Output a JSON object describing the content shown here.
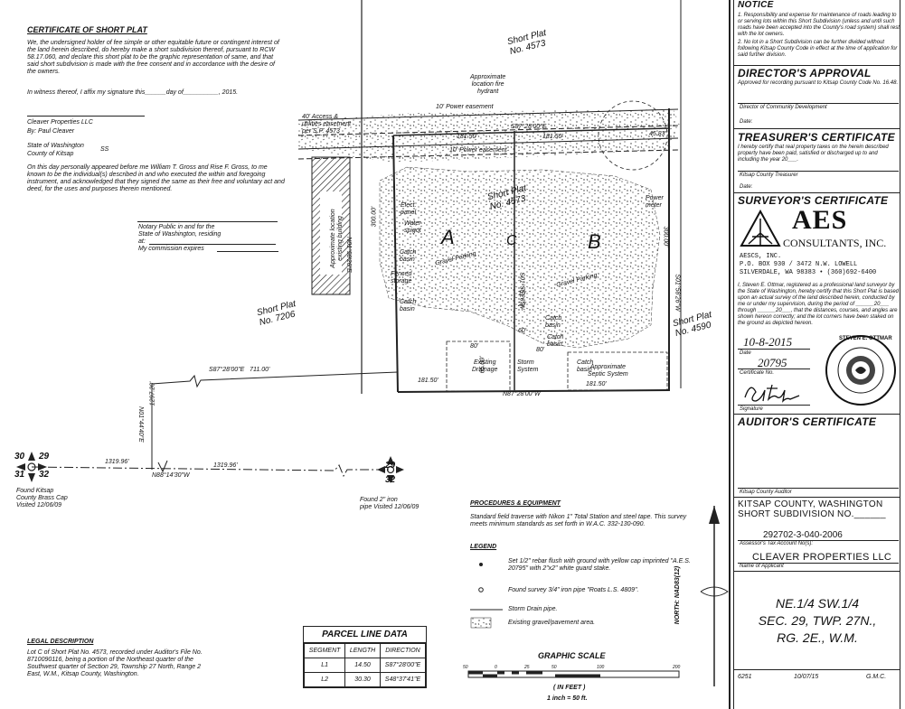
{
  "certificate": {
    "title": "CERTIFICATE OF SHORT PLAT",
    "p1": "We, the undersigned holder of fee simple or other equitable future or contingent interest of the land herein described, do hereby make a short subdivision thereof, pursuant to RCW 58.17.060, and declare this short plat to be the graphic representation of same, and that said short subdivision is made with the free consent and in accordance with the desire of the owners.",
    "witness": "In witness thereof, I affix my signature this______day of__________, 2015.",
    "owner": "Cleaver Properties LLC",
    "by": "By: Paul Cleaver",
    "state": "State of Washington",
    "county": "County of Kitsap",
    "ss": "SS",
    "p2": "On this day personally appeared before me William T. Gross and Rise F. Gross, to me known to be the individual(s) described in and who executed the within and foregoing instrument, and acknowledged that they signed the same as their free and voluntary act and deed, for the uses and purposes therein mentioned.",
    "notary1": "Notary Public in and for the",
    "notary2": "State of Washington, residing",
    "notary3": "at:",
    "notary4": "My commission expires"
  },
  "right_panel": {
    "notice_title": "NOTICE",
    "notice1": "1. Responsibility and expense for maintenance of roads leading to or serving lots within this Short Subdivision (unless and until such roads have been accepted into the County's road system) shall rest with the lot owners.",
    "notice2": "2. No lot in a Short Subdivision can be further divided without following Kitsap County Code in effect at the time of application for said further division.",
    "director_title": "DIRECTOR'S APPROVAL",
    "director_text": "Approved for recording pursuant to Kitsap County Code No. 16.48.",
    "director_sig": "Director of Community Development",
    "date_label": "Date:",
    "treasurer_title": "TREASURER'S CERTIFICATE",
    "treasurer_text": "I hereby certify that real property taxes on the herein described property have been paid, satisfied or discharged up to and including the year 20___.",
    "treasurer_sig": "Kitsap County Treasurer",
    "surveyor_title": "SURVEYOR'S CERTIFICATE",
    "aes_big": "AES",
    "aes_sub": "CONSULTANTS, INC.",
    "aes_line1": "AESCS, INC.",
    "aes_line2": "P.O. BOX 930 / 3472 N.W. LOWELL",
    "aes_line3": "SILVERDALE, WA 98383 • (360)692-6400",
    "surveyor_text": "I, Steven E. Ottmar, registered as a professional land surveyor by the State of Washington, hereby certify that this Short Plat is based upon an actual survey of the land described herein, conducted by me or under my supervision, during the period of ______20___ through ______20___, that the distances, courses, and angles are shown hereon correctly; and the lot corners have been staked on the ground as depicted hereon.",
    "sig_date": "10-8-2015",
    "date_caption": "Date",
    "cert_no": "20795",
    "cert_caption": "Certificate No.",
    "signature_caption": "Signature",
    "seal_text": "STEVEN E. OTTMAR",
    "auditor_title": "AUDITOR'S CERTIFICATE",
    "auditor_sig": "Kitsap County Auditor",
    "county_title1": "KITSAP COUNTY, WASHINGTON",
    "county_title2": "SHORT SUBDIVISION NO.______",
    "tax_no": "292702-3-040-2006",
    "tax_caption": "Assessor's Tax Account No(s):",
    "applicant": "CLEAVER PROPERTIES LLC",
    "applicant_caption": "Name of Applicant",
    "loc1": "NE.1/4 SW.1/4",
    "loc2": "SEC. 29, TWP. 27N.,",
    "loc3": "RG. 2E., W.M.",
    "job": "6251",
    "job_date": "10/07/15",
    "initials": "G.M.C."
  },
  "map": {
    "short_plat_4573_top": "Short Plat\nNo. 4573",
    "short_plat_7206": "Short Plat\nNo. 7206",
    "short_plat_4590": "Short Plat\nNo. 4590",
    "hydrant": "Approximate\nlocation fire\nhydrant",
    "power_easement_top": "10' Power easement",
    "power_easement_mid": "10' Power easement",
    "access_easement": "40' Access &\nutilities easement\nper S.P. 4573",
    "brg_top": "S87°28'00\"E",
    "d181_50_a": "181.50'",
    "d181_50_b": "181.50'",
    "d45_83": "45.83'",
    "lot_a": "A",
    "lot_b": "B",
    "lot_c": "C",
    "sp_4573_center": "Short Plat\nNo. 4573",
    "elect_panel": "Elect.\npanel",
    "water_spigot": "Water\nspigot",
    "catch_basin_1": "Catch\nbasin",
    "gravel_parking_1": "Gravel Parking",
    "gravel_parking_2": "Gravel Parking",
    "fenced_storage": "Fenced\nstorage",
    "catch_basin_2": "Catch\nbasin",
    "catch_basin_3": "Catch\nbasin",
    "catch_basin_4": "Catch\nbasin",
    "catch_basin_5": "Catch\nbasin",
    "power_meter": "Power\nmeter",
    "existing_building": "Approximate location\nexisting building",
    "brg_left": "N01°58'26\"E",
    "d300_left": "300.00'",
    "brg_mid": "S01°58'26\"W",
    "d300_right": "300.00'",
    "brg_right": "S01°58'26\"W",
    "d80_left": "80'",
    "d80_right": "80'",
    "d10": "10'",
    "d20": "20'",
    "d60": "60'",
    "d65": "65.00'",
    "existing_drainage": "Existing\nDrainage",
    "storm_system": "Storm\nSystem",
    "septic": "Approximate\nSeptic System",
    "d181_50_c": "181.50'",
    "d181_50_d": "181.50'",
    "brg_bottom": "N87°28'00\"W",
    "brg_711": "S87°28'00\"E   711.00'",
    "brg_n01": "N01°44'40\"E",
    "d1297": "1297.20'",
    "corner_left_nums": [
      "30",
      "29",
      "31",
      "32"
    ],
    "corner_right_nums": [
      "29",
      "32"
    ],
    "d1319_a": "1319.96'",
    "brg_n88": "N88°14'30\"W",
    "d1319_b": "1319.96'",
    "found_left": "Found Kitsap\nCounty Brass Cap\nVisited 12/06/09",
    "found_right": "Found 2\" iron\npipe Visited 12/06/09",
    "north": "NORTH: NAD83(12)"
  },
  "procedures": {
    "title": "PROCEDURES & EQUIPMENT",
    "text": "Standard field traverse with Nikon 1\" Total Station and steel tape. This survey meets minimum standards as set forth in W.A.C. 332-130-090.",
    "legend_title": "LEGEND",
    "legend1": "Set 1/2\" rebar flush with ground with yellow cap imprinted \"A.E.S. 20795\" with 2\"x2\" white guard stake.",
    "legend2": "Found survey 3/4\" iron pipe \"Roats L.S. 4809\".",
    "legend3": "Storm Drain pipe.",
    "legend4": "Existing gravel/pavement area."
  },
  "legal": {
    "title": "LEGAL DESCRIPTION",
    "text": "Lot C of Short Plat No. 4573, recorded under Auditor's File No. 8710090116, being a portion of the Northeast quarter of the Southwest quarter of Section 29, Township 27 North, Range 2 East, W.M., Kitsap County, Washington."
  },
  "parcel_table": {
    "title": "PARCEL LINE DATA",
    "headers": [
      "SEGMENT",
      "LENGTH",
      "DIRECTION"
    ],
    "rows": [
      [
        "L1",
        "14.50",
        "S87°28'00\"E"
      ],
      [
        "L2",
        "30.30",
        "S48°37'41\"E"
      ]
    ]
  },
  "scale": {
    "title": "GRAPHIC SCALE",
    "ticks": [
      "50",
      "0",
      "25",
      "50",
      "100",
      "200"
    ],
    "unit": "( IN FEET )",
    "ratio": "1 inch = 50  ft."
  }
}
